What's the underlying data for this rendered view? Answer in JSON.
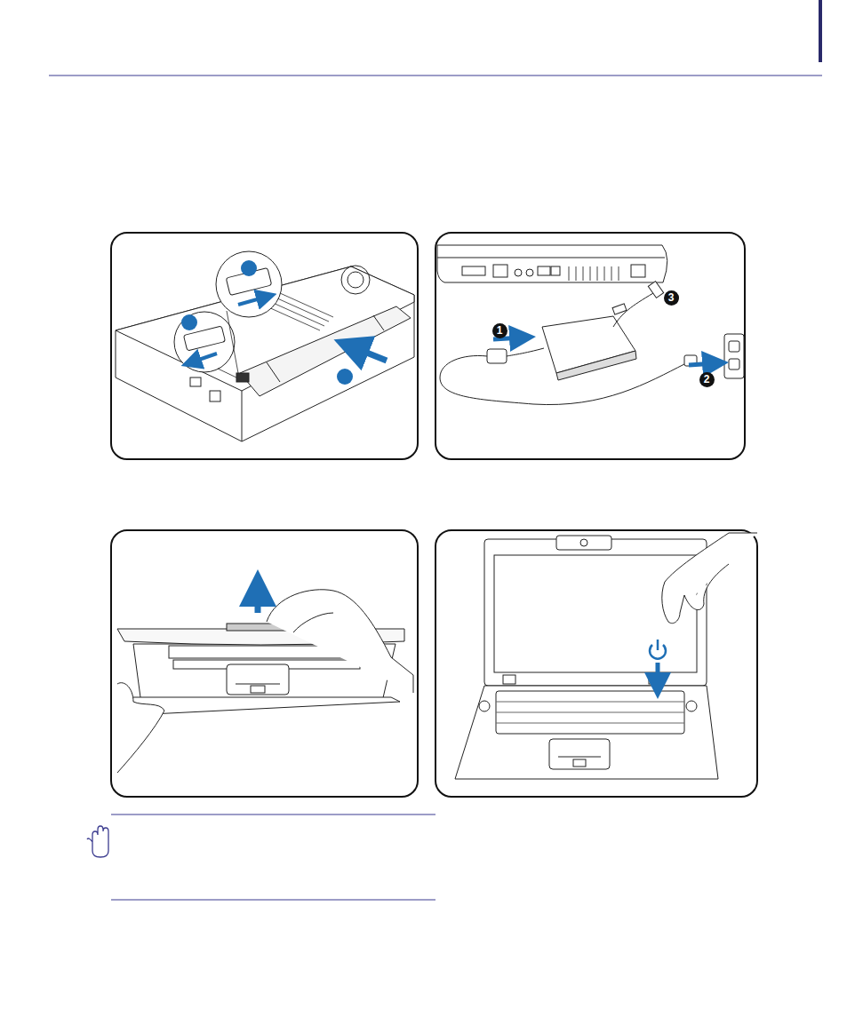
{
  "diagram": {
    "labels": [
      "3",
      "1",
      "2"
    ]
  }
}
